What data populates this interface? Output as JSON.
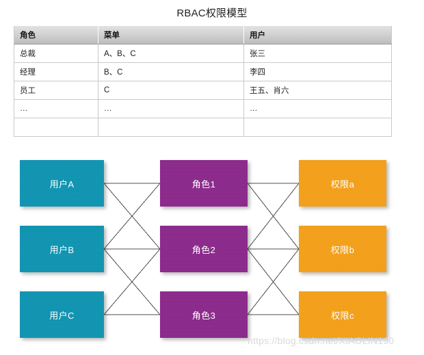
{
  "title": "RBAC权限模型",
  "table": {
    "headers": [
      "角色",
      "菜单",
      "用户"
    ],
    "rows": [
      [
        "总裁",
        "A、B、C",
        "张三"
      ],
      [
        "经理",
        "B、C",
        "李四"
      ],
      [
        "员工",
        "C",
        "王五、肖六"
      ],
      [
        "…",
        "…",
        "…"
      ],
      [
        "",
        "",
        ""
      ]
    ]
  },
  "diagram": {
    "columns": {
      "users": {
        "label": "用户",
        "color": "#1295b2"
      },
      "roles": {
        "label": "角色",
        "color": "#8c2b8c"
      },
      "permissions": {
        "label": "权限",
        "color": "#f3a01c"
      }
    },
    "nodes": {
      "users": [
        "用户A",
        "用户B",
        "用户C"
      ],
      "roles": [
        "角色1",
        "角色2",
        "角色3"
      ],
      "permissions": [
        "权限a",
        "权限b",
        "权限c"
      ]
    },
    "edge_color": "#4d4d4d",
    "user_role_edges": [
      [
        0,
        0
      ],
      [
        0,
        1
      ],
      [
        1,
        0
      ],
      [
        1,
        1
      ],
      [
        1,
        2
      ],
      [
        2,
        1
      ],
      [
        2,
        2
      ]
    ],
    "role_permission_edges": [
      [
        0,
        0
      ],
      [
        0,
        1
      ],
      [
        1,
        0
      ],
      [
        1,
        1
      ],
      [
        1,
        2
      ],
      [
        2,
        1
      ],
      [
        2,
        2
      ]
    ]
  },
  "watermark": "https://blog.csdn.net/XIAOLIN190"
}
